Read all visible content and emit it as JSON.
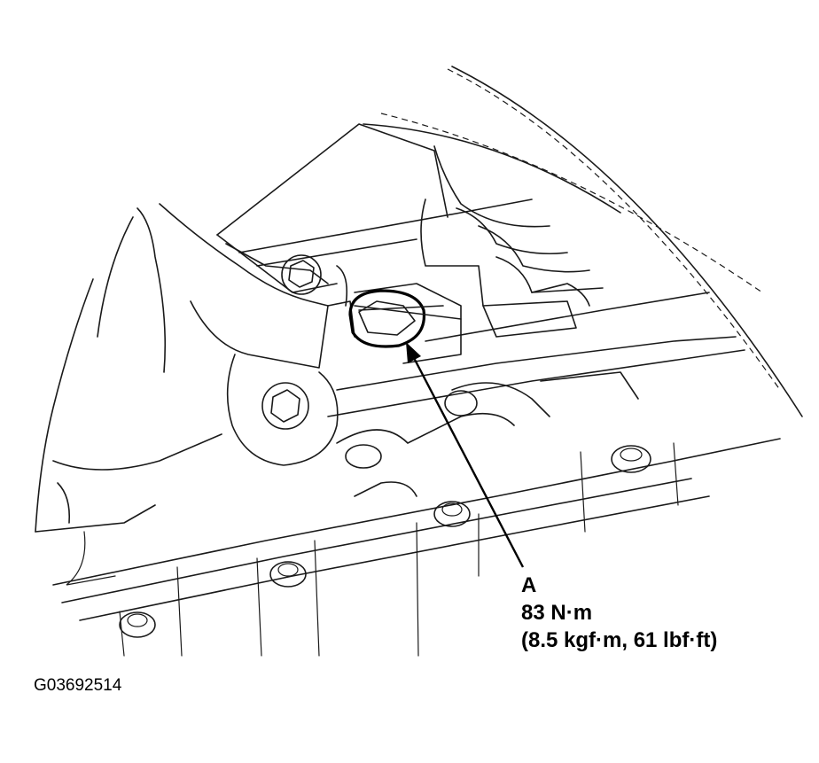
{
  "callout": {
    "letter": "A",
    "torque_nm": "83 N·m",
    "torque_alt": "(8.5 kgf·m, 61 lbf·ft)"
  },
  "figure_code": "G03692514",
  "icons": {
    "highlighted_bolt": "hex-bolt-icon",
    "mount_bolts": "hex-bolt-icon",
    "pan_bolts": "hex-bolt-icon"
  },
  "colors": {
    "line": "#1a1a1a",
    "background": "#ffffff"
  }
}
